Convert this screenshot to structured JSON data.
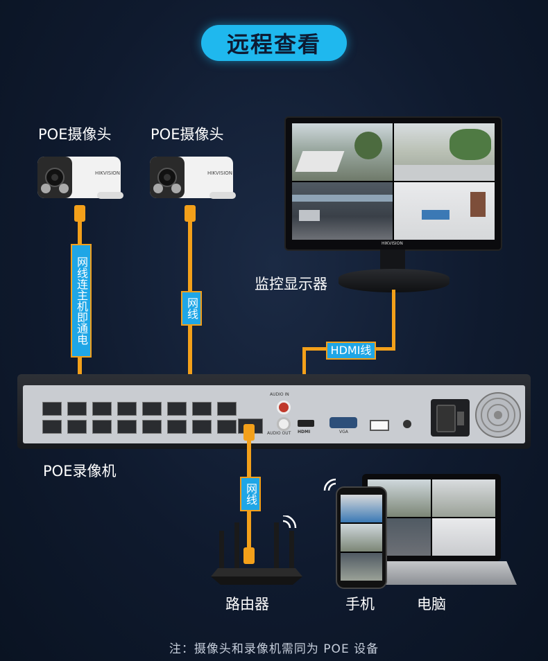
{
  "title": "远程查看",
  "camera_1_label": "POE摄像头",
  "camera_2_label": "POE摄像头",
  "camera_brand": "HIKVISION",
  "monitor_label": "监控显示器",
  "monitor_brand": "HIKVISION",
  "cable_1_tag": "网线连主机即通电",
  "cable_2_tag": "网线",
  "hdmi_tag": "HDMI线",
  "nvr_label": "POE录像机",
  "nvr_ports": {
    "audio_in": "AUDIO IN",
    "audio_out": "AUDIO OUT",
    "hdmi": "HDMI",
    "vga": "VGA"
  },
  "router_cable_tag": "网线",
  "router_label": "路由器",
  "phone_label": "手机",
  "laptop_label": "电脑",
  "footnote": "注：摄像头和录像机需同为 POE 设备",
  "colors": {
    "accent": "#1fb8ee",
    "cable": "#f3a01a",
    "background": "#0f1a2e"
  }
}
